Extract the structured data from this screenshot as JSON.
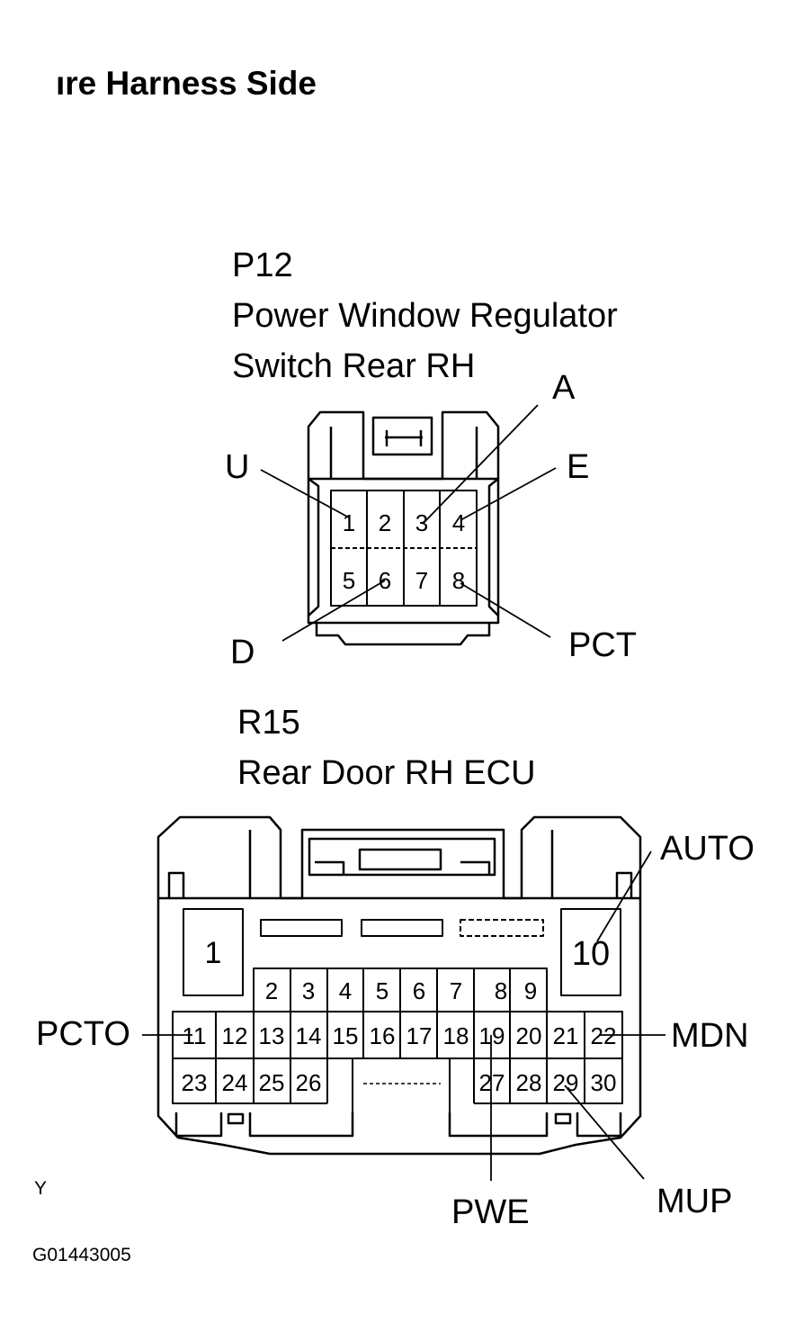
{
  "title": "ıre Harness Side",
  "connector_p12": {
    "id": "P12",
    "name_line1": "Power Window Regulator",
    "name_line2": "Switch Rear RH",
    "pins_row1": [
      "1",
      "2",
      "3",
      "4"
    ],
    "pins_row2": [
      "5",
      "6",
      "7",
      "8"
    ],
    "labels": {
      "u": "U",
      "a": "A",
      "e": "E",
      "d": "D",
      "pct": "PCT"
    }
  },
  "connector_r15": {
    "id": "R15",
    "name": "Rear Door RH ECU",
    "pin_big_left": "1",
    "pin_big_right": "10",
    "pins_row1": [
      "2",
      "3",
      "4",
      "5",
      "6",
      "7",
      "8",
      "9"
    ],
    "pins_row2": [
      "11",
      "12",
      "13",
      "14",
      "15",
      "16",
      "17",
      "18",
      "19",
      "20",
      "21",
      "22"
    ],
    "pins_row3_left": [
      "23",
      "24",
      "25",
      "26"
    ],
    "pins_row3_right": [
      "27",
      "28",
      "29",
      "30"
    ],
    "labels": {
      "auto": "AUTO",
      "pcto": "PCTO",
      "mdn": "MDN",
      "pwe": "PWE",
      "mup": "MUP"
    }
  },
  "footer": {
    "mark": "Y",
    "code": "G01443005"
  }
}
